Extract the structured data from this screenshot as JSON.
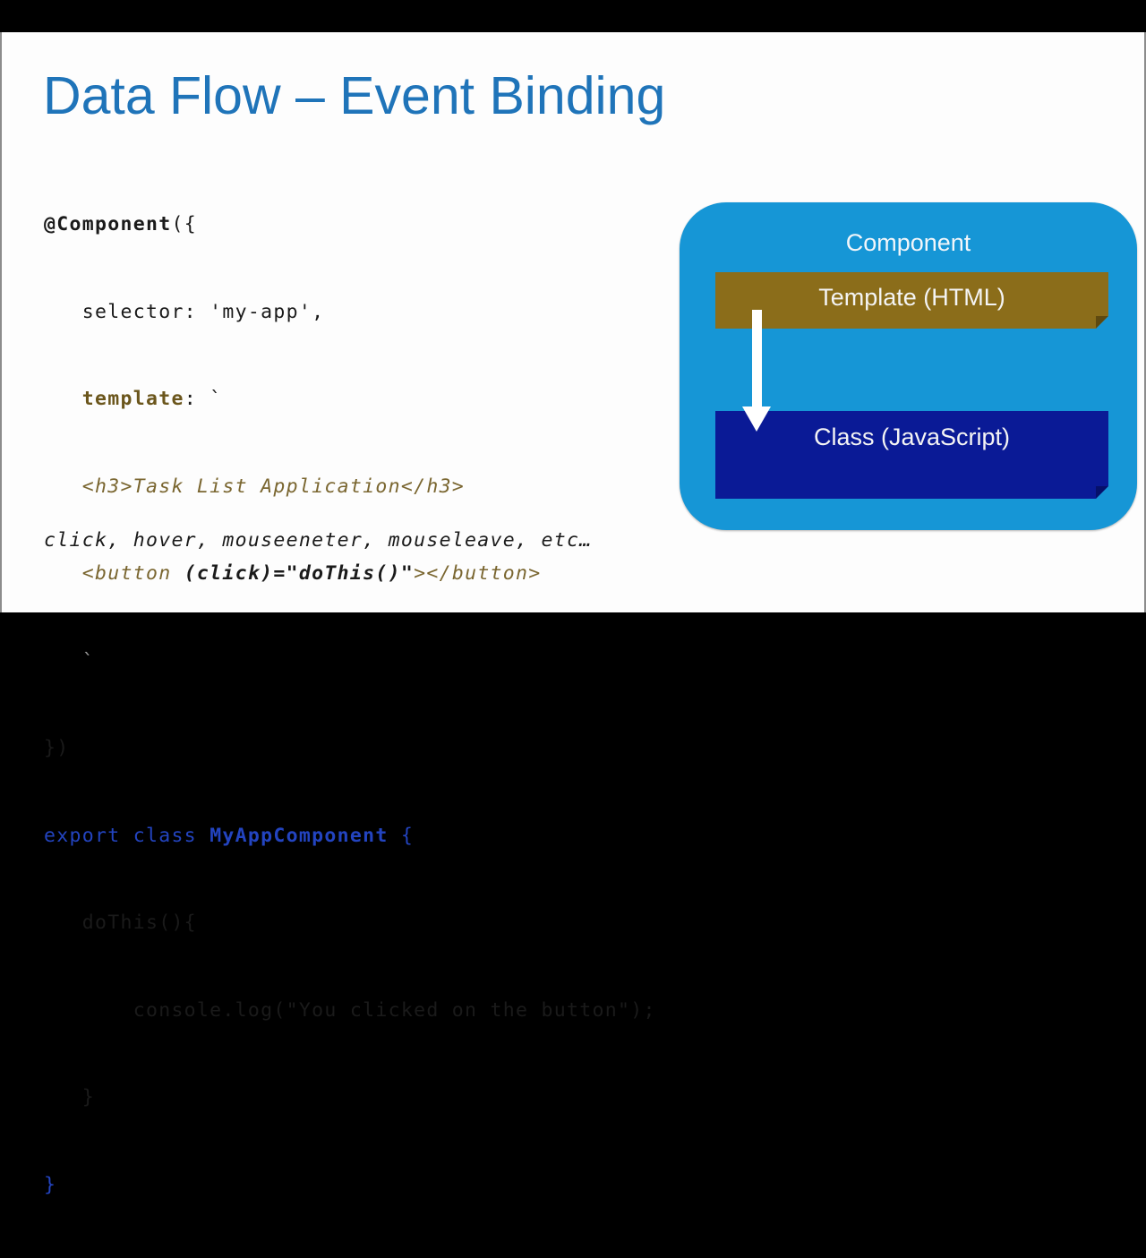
{
  "slide": {
    "title": "Data Flow – Event Binding",
    "code": {
      "line1_decorator": "@Component",
      "line1_rest": "({",
      "line2": "   selector: 'my-app',",
      "line3_indent": "   ",
      "line3_key": "template",
      "line3_rest": ": `",
      "line4": "   <h3>Task List Application</h3>",
      "line5_indent": "   ",
      "line5_open": "<button ",
      "line5_binding": "(click)=\"doThis()\"",
      "line5_close": "></button>",
      "line6": "   `",
      "line7": "})",
      "line8_kw": "export class ",
      "line8_name": "MyAppComponent",
      "line8_rest": " {",
      "line9": "   doThis(){",
      "line10": "       console.log(\"You clicked on the button\");",
      "line11": "   }",
      "line12": "}"
    },
    "events_note": "click, hover, mouseeneter, mouseleave, etc…"
  },
  "diagram": {
    "container_label": "Component",
    "template_label": "Template (HTML)",
    "class_label": "Class (JavaScript)",
    "arrow": "down-arrow",
    "colors": {
      "container": "#1696d6",
      "template": "#8b6d1a",
      "class": "#0a1a96",
      "title": "#1f74b9"
    }
  }
}
